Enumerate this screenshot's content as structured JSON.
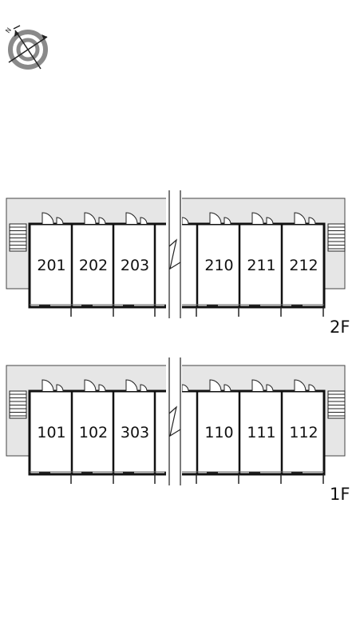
{
  "compass": {
    "icon": "compass-icon",
    "north_label": "N"
  },
  "floors": [
    {
      "label": "2F",
      "units": [
        "201",
        "202",
        "203",
        "210",
        "211",
        "212"
      ]
    },
    {
      "label": "1F",
      "units": [
        "101",
        "102",
        "303",
        "110",
        "111",
        "112"
      ]
    }
  ],
  "colors": {
    "corridor": "#e6e6e6",
    "outline": "#111111",
    "compass_ring": "#8a8a8a"
  }
}
